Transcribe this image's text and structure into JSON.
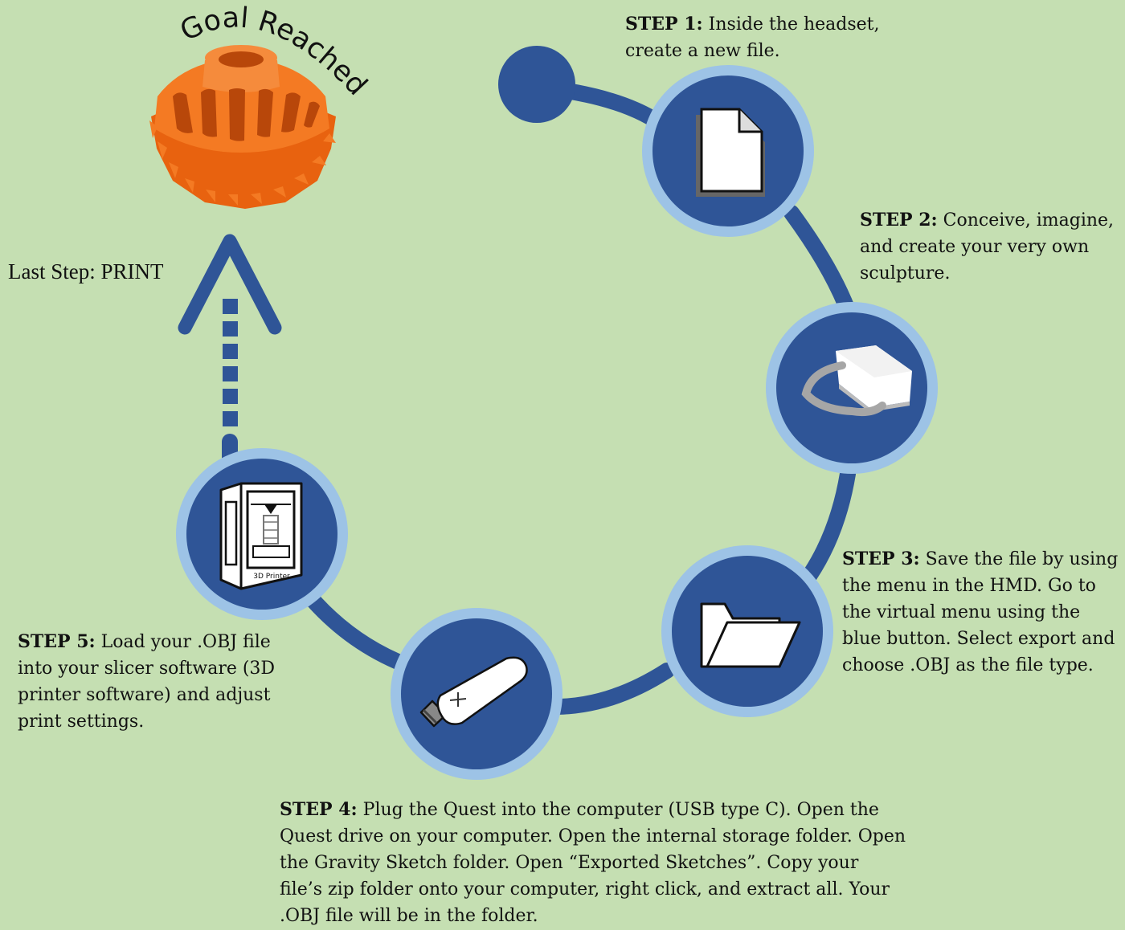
{
  "goal": {
    "label": "Goal Reached"
  },
  "last_step": {
    "label": "Last Step:",
    "value": "PRINT"
  },
  "steps": [
    {
      "label": "STEP 1:",
      "text": " Inside the headset, create a new file.",
      "icon": "new-file-icon"
    },
    {
      "label": "STEP 2:",
      "text": " Conceive, imagine, and create your very own sculpture.",
      "icon": "vr-headset-icon"
    },
    {
      "label": "STEP 3:",
      "text": " Save the file by using the menu in the HMD. Go to the virtual menu using the blue button. Select export and choose .OBJ as the file type.",
      "icon": "folder-icon"
    },
    {
      "label": "STEP 4:",
      "text": " Plug the Quest into the computer (USB type C). Open the Quest drive on your computer. Open the internal storage folder. Open the Gravity Sketch folder. Open “Exported Sketches”. Copy your file’s zip folder onto your computer, right click, and extract all. Your .OBJ file will be in the folder.",
      "icon": "usb-drive-icon"
    },
    {
      "label": "STEP 5:",
      "text": " Load your .OBJ file into your slicer software (3D printer software) and adjust print settings.",
      "icon": "3d-printer-icon"
    }
  ],
  "printer_label": "3D Printer",
  "colors": {
    "background": "#c5dfb2",
    "path": "#2f5597",
    "ring": "#9dc3e6",
    "gear": "#f5751f"
  }
}
